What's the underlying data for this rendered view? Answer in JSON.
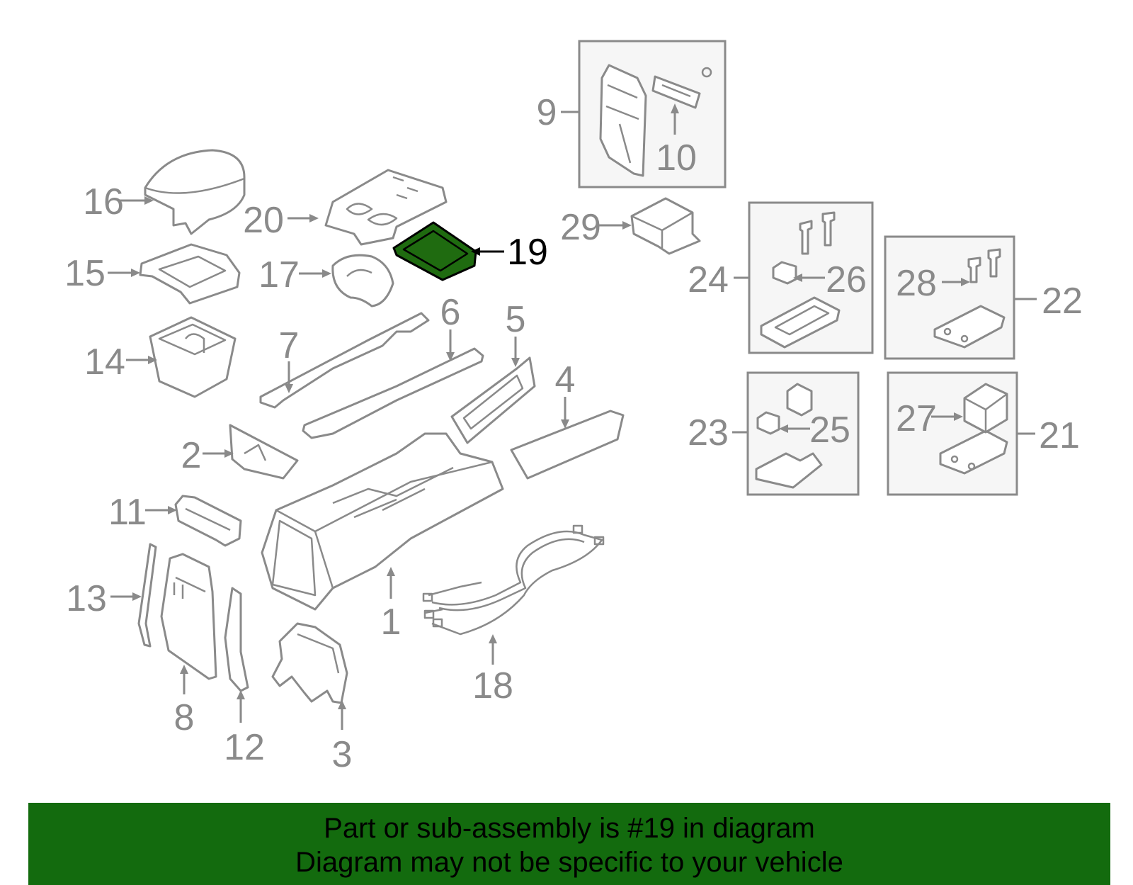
{
  "diagram": {
    "highlighted_part": "19",
    "callouts": {
      "c1": "1",
      "c2": "2",
      "c3": "3",
      "c4": "4",
      "c5": "5",
      "c6": "6",
      "c7": "7",
      "c8": "8",
      "c9": "9",
      "c10": "10",
      "c11": "11",
      "c12": "12",
      "c13": "13",
      "c14": "14",
      "c15": "15",
      "c16": "16",
      "c17": "17",
      "c18": "18",
      "c19": "19",
      "c20": "20",
      "c21": "21",
      "c22": "22",
      "c23": "23",
      "c24": "24",
      "c25": "25",
      "c26": "26",
      "c27": "27",
      "c28": "28",
      "c29": "29"
    },
    "colors": {
      "part_outline": "#8a8a8a",
      "highlight_fill": "#1f6b10",
      "highlight_text": "#000000",
      "banner_background": "#136b0e"
    }
  },
  "banner": {
    "line1": "Part or sub-assembly is #19 in diagram",
    "line2": "Diagram may not be specific to your vehicle"
  }
}
